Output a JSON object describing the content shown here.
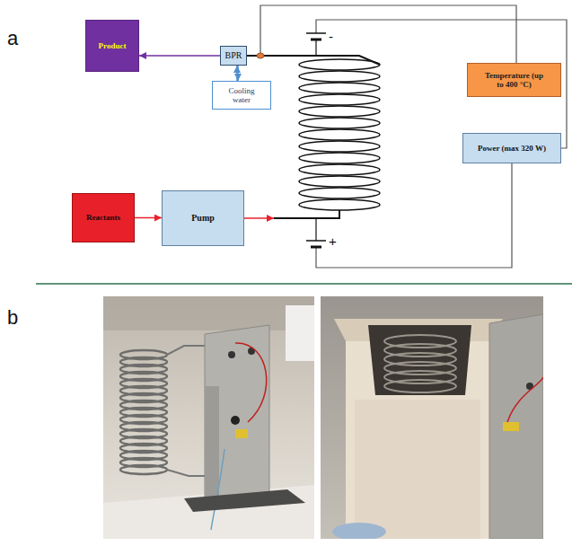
{
  "diagram": {
    "nodes": [
      {
        "text": [
          "Product"
        ]
      },
      {
        "text": [
          "BPR"
        ]
      },
      {
        "text": [
          "Cooling water"
        ]
      },
      {
        "text": [
          "Temperature (up to 400 °C)"
        ]
      },
      {
        "text": [
          "Power (max 320 W)"
        ]
      },
      {
        "text": [
          "Reactants"
        ]
      },
      {
        "text": [
          "Pump"
        ]
      }
    ],
    "edges": [
      {
        "from": 1,
        "to": 0,
        "arrow": "to"
      },
      {
        "from": 2,
        "to": 1,
        "arrow": "to"
      },
      {
        "from": 1,
        "to": 2,
        "arrow": "to"
      },
      {
        "from": 5,
        "to": 6,
        "arrow": "to"
      }
    ],
    "labels": [
      "a",
      "-",
      "+",
      "b"
    ]
  }
}
